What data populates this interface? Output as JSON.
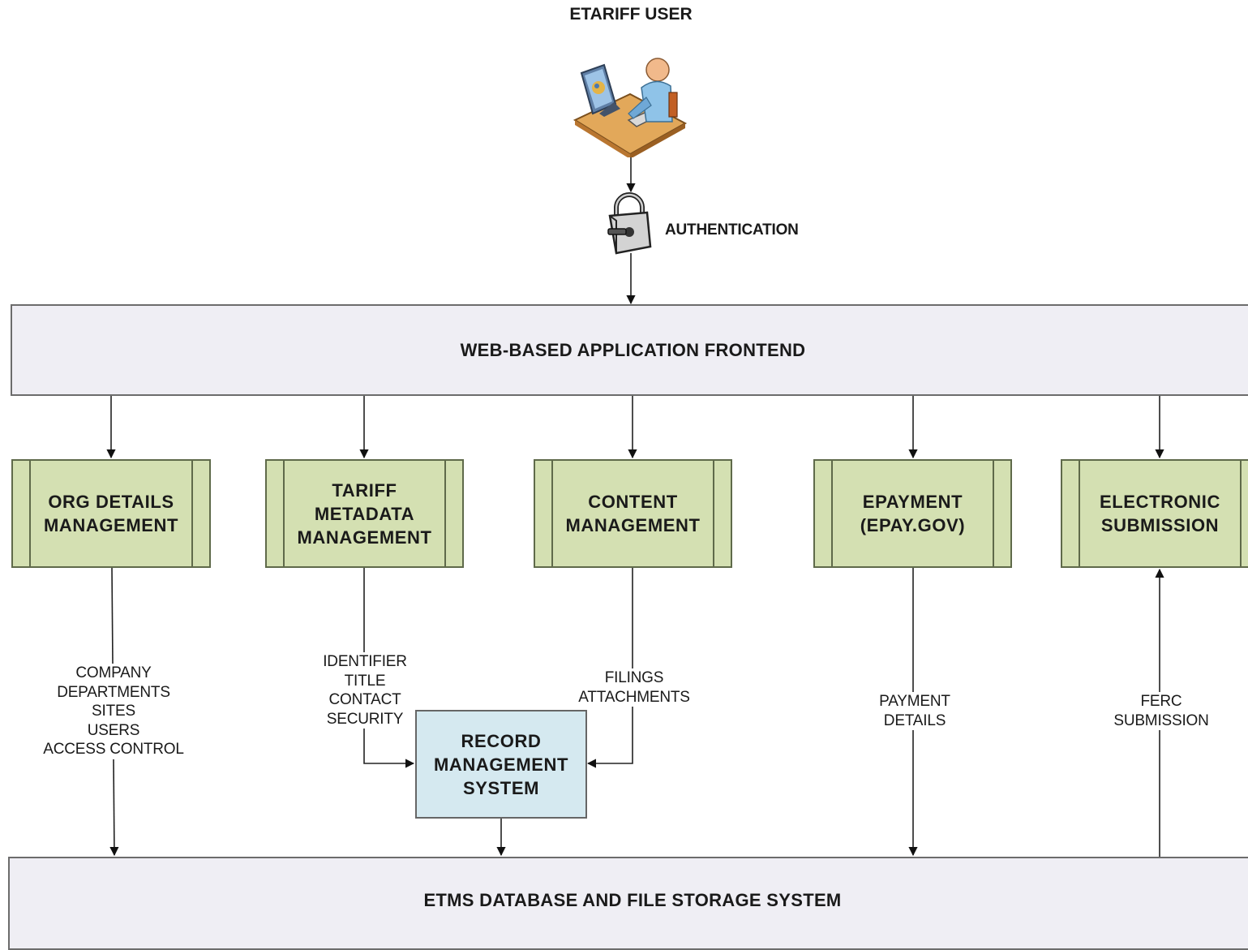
{
  "title": "ETARIFF USER",
  "authentication_label": "AUTHENTICATION",
  "frontend_label": "WEB-BASED APPLICATION FRONTEND",
  "database_label": "ETMS DATABASE AND FILE STORAGE SYSTEM",
  "modules": {
    "org": "ORG DETAILS\nMANAGEMENT",
    "tariff": "TARIFF\nMETADATA\nMANAGEMENT",
    "content": "CONTENT\nMANAGEMENT",
    "epayment": "EPAYMENT\n(EPAY.GOV)",
    "submission": "ELECTRONIC\nSUBMISSION"
  },
  "record_management": "RECORD\nMANAGEMENT\nSYSTEM",
  "flows": {
    "org": "COMPANY\nDEPARTMENTS\nSITES\nUSERS\nACCESS CONTROL",
    "tariff": "IDENTIFIER\nTITLE\nCONTACT\nSECURITY",
    "content": "FILINGS\nATTACHMENTS",
    "epayment": "PAYMENT\nDETAILS",
    "submission": "FERC\nSUBMISSION"
  },
  "colors": {
    "module_fill": "#d4e0b2",
    "record_fill": "#d5e9f0",
    "container_fill": "#efeef4"
  },
  "icons": {
    "user": "user-at-computer-icon",
    "auth": "padlock-icon"
  }
}
